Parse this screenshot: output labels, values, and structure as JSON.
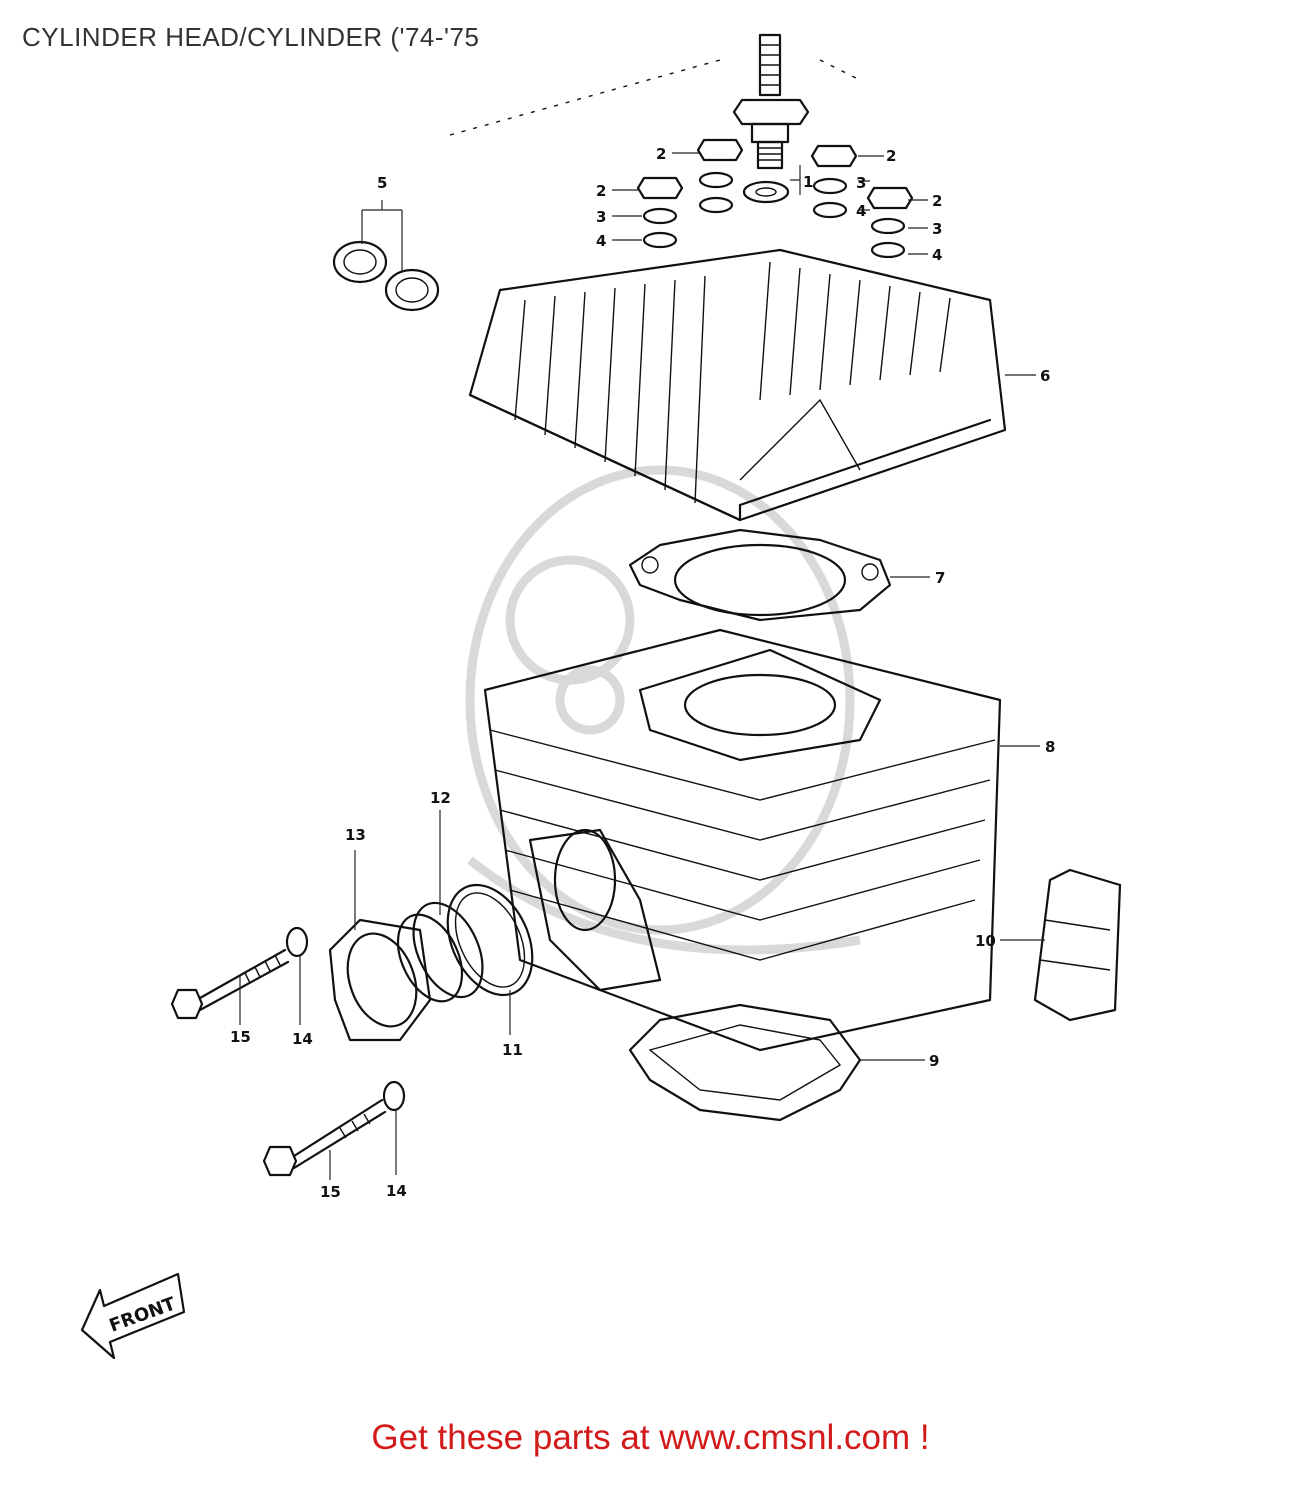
{
  "title": "CYLINDER HEAD/CYLINDER ('74-'75",
  "call_to_action": "Get these parts at www.cmsnl.com !",
  "front_label": "FRONT",
  "callouts": {
    "c1": "1",
    "c2": "2",
    "c3": "3",
    "c4": "4",
    "c5": "5",
    "c6": "6",
    "c7": "7",
    "c8": "8",
    "c9": "9",
    "c10": "10",
    "c11": "11",
    "c12": "12",
    "c13": "13",
    "c14": "14",
    "c15": "15"
  },
  "colors": {
    "line": "#111111",
    "watermark": "#d9d9d9",
    "call_to_action": "#d21a1a"
  }
}
